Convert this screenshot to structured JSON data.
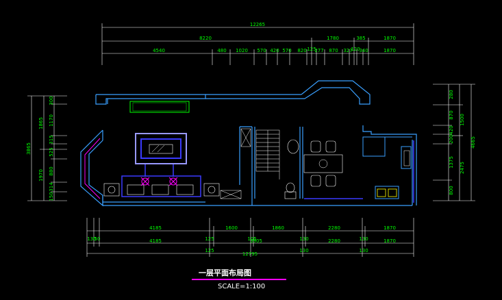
{
  "drawing": {
    "title": "一层平面布局图",
    "scale": "SCALE=1:100"
  },
  "dims": {
    "top_total": "12265",
    "top_row2": [
      "8220",
      "1780",
      "385",
      "1870"
    ],
    "top_row3": [
      "4540",
      "480",
      "1020",
      "570",
      "420",
      "570",
      "820",
      "125",
      "277",
      "870",
      "327",
      "120",
      "340",
      "1870"
    ],
    "bottom_row1": [
      "4185",
      "1600",
      "1860",
      "2280",
      "1870"
    ],
    "bottom_row1_left": "130",
    "bottom_row2": [
      "4185",
      "125",
      "3905",
      "130",
      "2280",
      "130",
      "1870"
    ],
    "bottom_row2_left": "50",
    "bottom_row3": [
      "125",
      "105",
      "130",
      "130"
    ],
    "bottom_total": "12795",
    "left_outer": "3865",
    "left_mid": [
      "1865",
      "1970"
    ],
    "left_inner": [
      "300",
      "1170",
      "315",
      "525",
      "880",
      "314",
      "150"
    ],
    "right_inner": [
      "280",
      "870",
      "420",
      "200",
      "1375",
      "800"
    ],
    "right_mid": [
      "1500",
      "2475"
    ],
    "right_outer": "4665"
  },
  "colors": {
    "wall": "#3aa0ff",
    "dim_line": "#ffffff",
    "dim_text": "#00ff00",
    "furniture": "#3a3aff",
    "accent": "#ff00ff",
    "green": "#00ff00",
    "yellow": "#ffff00"
  }
}
